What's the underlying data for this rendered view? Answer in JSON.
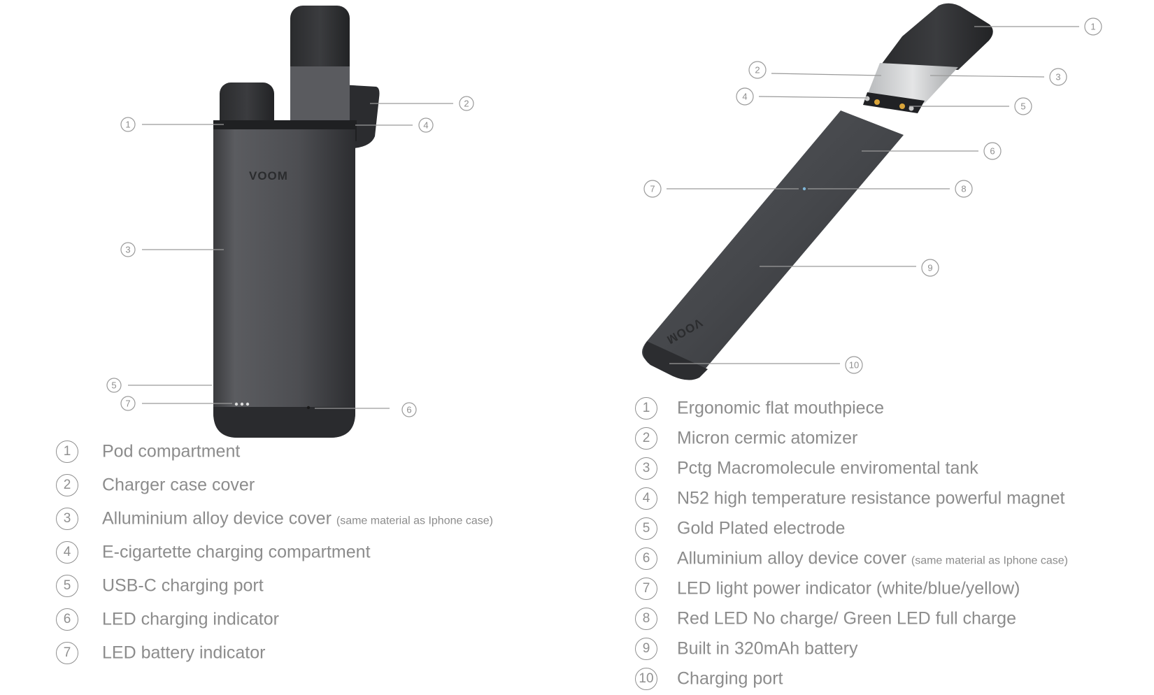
{
  "left_device": {
    "brand": "VOOM",
    "callouts": [
      "1",
      "2",
      "3",
      "4",
      "5",
      "6",
      "7"
    ],
    "legend": [
      {
        "num": "1",
        "text": "Pod compartment"
      },
      {
        "num": "2",
        "text": "Charger case cover"
      },
      {
        "num": "3",
        "text": "Alluminium alloy device cover",
        "note": "(same material as Iphone case)"
      },
      {
        "num": "4",
        "text": "E-cigartette charging compartment"
      },
      {
        "num": "5",
        "text": "USB-C charging port"
      },
      {
        "num": "6",
        "text": "LED charging indicator"
      },
      {
        "num": "7",
        "text": "LED battery indicator"
      }
    ]
  },
  "right_device": {
    "brand": "VOOM",
    "callouts": [
      "1",
      "2",
      "3",
      "4",
      "5",
      "6",
      "7",
      "8",
      "9",
      "10"
    ],
    "legend": [
      {
        "num": "1",
        "text": "Ergonomic flat mouthpiece"
      },
      {
        "num": "2",
        "text": "Micron cermic atomizer"
      },
      {
        "num": "3",
        "text": "Pctg Macromolecule enviromental tank"
      },
      {
        "num": "4",
        "text": "N52 high temperature resistance powerful magnet"
      },
      {
        "num": "5",
        "text": "Gold Plated electrode"
      },
      {
        "num": "6",
        "text": "Alluminium alloy device cover",
        "note": "(same material as Iphone case)"
      },
      {
        "num": "7",
        "text": "LED light power indicator (white/blue/yellow)"
      },
      {
        "num": "8",
        "text": "Red LED No charge/ Green LED full charge"
      },
      {
        "num": "9",
        "text": "Built in 320mAh battery"
      },
      {
        "num": "10",
        "text": "Charging port"
      }
    ]
  }
}
